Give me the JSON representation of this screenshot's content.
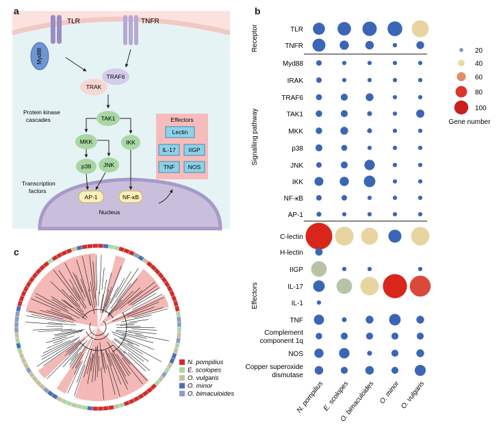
{
  "panels": {
    "a": "a",
    "b": "b",
    "c": "c"
  },
  "panel_a": {
    "receptors": [
      "TLR",
      "TNFR"
    ],
    "adaptors": [
      "Myd88",
      "TRAK",
      "TRAF6"
    ],
    "cascade_label": [
      "Protein kinase",
      "cascades"
    ],
    "kinases": {
      "tak1": "TAK1",
      "mkk": "MKK",
      "ikk": "IKK",
      "p38": "p38",
      "jnk": "JNK"
    },
    "tf_label": [
      "Transcription",
      "factors"
    ],
    "tfs": {
      "ap1": "AP-1",
      "nfkb": "NF-κB"
    },
    "nucleus": "Nucleus",
    "effectors_title": "Effectors",
    "effectors": [
      "Lectin",
      "IL-17",
      "IIGP",
      "TNF",
      "NOS"
    ]
  },
  "panel_b": {
    "groups": [
      "Receptor",
      "Signalling pathway",
      "Effectors"
    ],
    "species": [
      "N. pompilius",
      "E. scolopes",
      "O. bimaculoides",
      "O. minor",
      "O. vulgaris"
    ],
    "rows": [
      {
        "label": [
          "TLR"
        ],
        "group": 0,
        "values": [
          24,
          30,
          34,
          36,
          48
        ]
      },
      {
        "label": [
          "TNFR"
        ],
        "group": 0,
        "values": [
          28,
          14,
          12,
          3,
          10
        ]
      },
      {
        "label": [
          "Myd88"
        ],
        "group": 1,
        "values": [
          5,
          3,
          3,
          3,
          3
        ]
      },
      {
        "label": [
          "IRAK"
        ],
        "group": 1,
        "values": [
          5,
          3,
          3,
          3,
          3
        ]
      },
      {
        "label": [
          "TRAF6"
        ],
        "group": 1,
        "values": [
          6,
          8,
          10,
          3,
          3
        ]
      },
      {
        "label": [
          "TAK1"
        ],
        "group": 1,
        "values": [
          7,
          8,
          4,
          3,
          11
        ]
      },
      {
        "label": [
          "MKK"
        ],
        "group": 1,
        "values": [
          7,
          10,
          4,
          3,
          3
        ]
      },
      {
        "label": [
          "p38"
        ],
        "group": 1,
        "values": [
          8,
          6,
          3,
          3,
          3
        ]
      },
      {
        "label": [
          "JNK"
        ],
        "group": 1,
        "values": [
          5,
          8,
          18,
          3,
          3
        ]
      },
      {
        "label": [
          "IKK"
        ],
        "group": 1,
        "values": [
          13,
          14,
          22,
          3,
          3
        ]
      },
      {
        "label": [
          "NF-κB"
        ],
        "group": 1,
        "values": [
          5,
          5,
          3,
          3,
          3
        ]
      },
      {
        "label": [
          "AP-1"
        ],
        "group": 1,
        "values": [
          4,
          3,
          3,
          3,
          3
        ]
      },
      {
        "label": [
          "C-lectin"
        ],
        "group": 2,
        "values": [
          118,
          58,
          48,
          28,
          56
        ]
      },
      {
        "label": [
          "H-lectin"
        ],
        "group": 2,
        "values": [
          9,
          0,
          0,
          0,
          0
        ]
      },
      {
        "label": [
          "IIGP"
        ],
        "group": 2,
        "values": [
          40,
          3,
          3,
          0,
          3
        ]
      },
      {
        "label": [
          "IL-17"
        ],
        "group": 2,
        "values": [
          22,
          40,
          56,
          96,
          72
        ]
      },
      {
        "label": [
          "IL-1"
        ],
        "group": 2,
        "values": [
          3,
          0,
          0,
          0,
          0
        ]
      },
      {
        "label": [
          "TNF"
        ],
        "group": 2,
        "values": [
          17,
          4,
          10,
          22,
          10
        ]
      },
      {
        "label": [
          "Complement",
          "component 1q"
        ],
        "group": 2,
        "values": [
          7,
          8,
          8,
          8,
          8
        ]
      },
      {
        "label": [
          "NOS"
        ],
        "group": 2,
        "values": [
          14,
          18,
          4,
          8,
          10
        ]
      },
      {
        "label": [
          "Copper superoxide",
          "dismutase"
        ],
        "group": 2,
        "values": [
          12,
          8,
          12,
          8,
          20
        ]
      }
    ],
    "legend": {
      "title": "Gene number",
      "values": [
        20,
        40,
        60,
        80,
        100
      ],
      "colors": [
        "#8a9db5",
        "#ecd9a0",
        "#e08c6a",
        "#d9362f",
        "#c81e1e"
      ]
    },
    "colors": {
      "low": "#3b66b5",
      "mid": "#b7c3a4",
      "high": "#d8261c"
    }
  },
  "panel_c": {
    "legend": [
      {
        "label": "N. pompilius",
        "color": "#d12c2c"
      },
      {
        "label": "E. scolopes",
        "color": "#a8d8a4"
      },
      {
        "label": "O. vulgaris",
        "color": "#c7c0a0"
      },
      {
        "label": "O. minor",
        "color": "#4d6fb8"
      },
      {
        "label": "O. bimaculoides",
        "color": "#8b9dc4"
      }
    ],
    "highlight_color": "#f4b8b6"
  }
}
